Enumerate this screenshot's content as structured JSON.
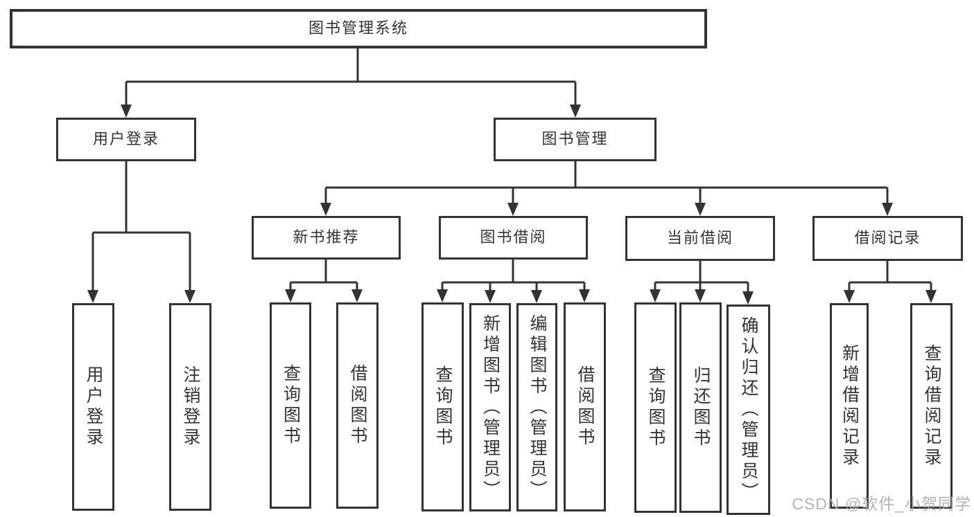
{
  "colors": {
    "line": "#333333",
    "box_border": "#333333",
    "text": "#333333",
    "watermark_text": "#a8a8a8",
    "background": "#ffffff"
  },
  "tree": {
    "root": {
      "label": "图书管理系统"
    },
    "children": [
      {
        "label": "用户登录",
        "children": [
          {
            "label": "用户登录"
          },
          {
            "label": "注销登录"
          }
        ]
      },
      {
        "label": "图书管理",
        "children": [
          {
            "label": "新书推荐",
            "children": [
              {
                "label": "查询图书"
              },
              {
                "label": "借阅图书"
              }
            ]
          },
          {
            "label": "图书借阅",
            "children": [
              {
                "label": "查询图书"
              },
              {
                "label": "新增图书（管理员）"
              },
              {
                "label": "编辑图书（管理员）"
              },
              {
                "label": "借阅图书"
              }
            ]
          },
          {
            "label": "当前借阅",
            "children": [
              {
                "label": "查询图书"
              },
              {
                "label": "归还图书"
              },
              {
                "label": "确认归还（管理员）"
              }
            ]
          },
          {
            "label": "借阅记录",
            "children": [
              {
                "label": "新增借阅记录"
              },
              {
                "label": "查询借阅记录"
              }
            ]
          }
        ]
      }
    ]
  },
  "watermark": {
    "text": "CSDN @软件_小贺同学"
  }
}
